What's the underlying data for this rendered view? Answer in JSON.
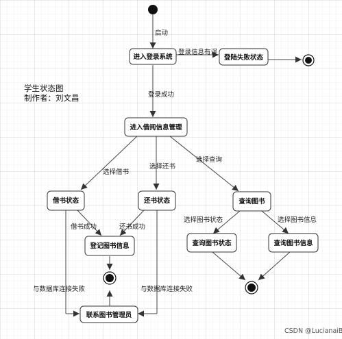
{
  "note": {
    "line1": "学生状态图",
    "line2": "制作者：刘文昌"
  },
  "states": {
    "login": "进入登录系统",
    "login_fail": "登陆失败状态",
    "borrow_info": "进入借阅信息管理",
    "borrow_state": "借书状态",
    "return_state": "还书状态",
    "query_book": "查询图书",
    "register_info": "登记图书信息",
    "query_state": "查询图书状态",
    "query_info": "查询图书信息",
    "contact_admin": "联系图书管理员"
  },
  "transitions": {
    "start": "启动",
    "login_error": "登录信息有误",
    "login_success": "登录成功",
    "choose_borrow": "选择借书",
    "choose_return": "选择还书",
    "choose_query": "选择查询",
    "borrow_success": "借书成功",
    "return_success": "还书成功",
    "choose_book_state": "选择图书状态",
    "choose_book_info": "选择图书信息",
    "db_fail_left": "与数据库连接失败",
    "db_fail_right": "与数据库连接失败"
  },
  "watermark": "CSDN @LucianaiB"
}
